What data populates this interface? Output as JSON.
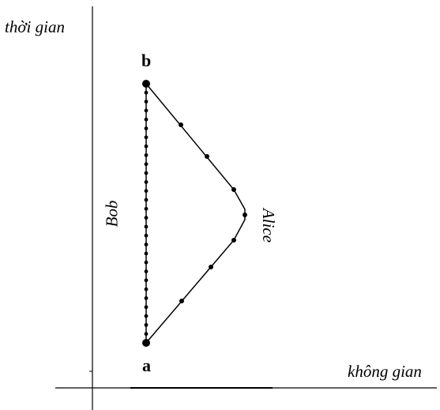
{
  "diagram": {
    "type": "spacetime-diagram",
    "axes": {
      "time_label": "thời gian",
      "space_label": "không gian"
    },
    "events": {
      "start_label": "a",
      "end_label": "b"
    },
    "worldlines": [
      {
        "name": "Bob",
        "shape": "straight vertical",
        "style": "dotted",
        "dot_count": 30
      },
      {
        "name": "Alice",
        "shape": "bent (out and back)",
        "style": "solid with dots",
        "dot_count": 7
      }
    ],
    "colors": {
      "ink": "#000000",
      "background": "#ffffff"
    }
  }
}
